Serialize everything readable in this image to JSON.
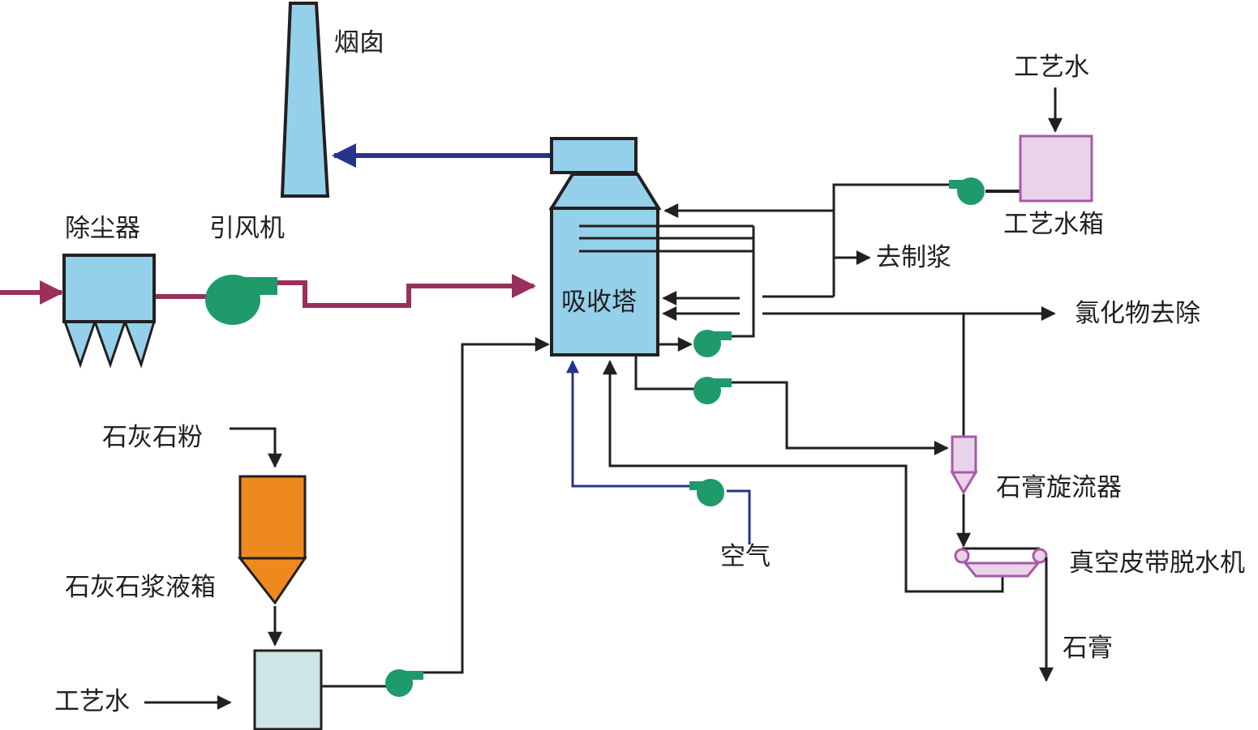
{
  "labels": {
    "chimney": "烟囱",
    "dust_collector": "除尘器",
    "induced_fan": "引风机",
    "absorber": "吸收塔",
    "to_slurry": "去制浆",
    "process_water_top": "工艺水",
    "process_water_tank": "工艺水箱",
    "chloride_removal": "氯化物去除",
    "limestone_powder": "石灰石粉",
    "limestone_slurry_tank": "石灰石浆液箱",
    "process_water_bottom": "工艺水",
    "air": "空气",
    "gypsum_cyclone": "石膏旋流器",
    "vacuum_belt_filter": "真空皮带脱水机",
    "gypsum": "石膏"
  },
  "colors": {
    "flue_gas": "#9b2f5c",
    "clean_gas": "#28338a",
    "air_line": "#28338a",
    "pipe": "#231f20",
    "vessel_blue": "#94d0ea",
    "pump_green": "#1f9a6a",
    "limestone_orange": "#ee8a1d",
    "tank_pink": "#e8d3e8",
    "tank_pink_border": "#a65ba6",
    "slurry_tank": "#cce5e5"
  }
}
